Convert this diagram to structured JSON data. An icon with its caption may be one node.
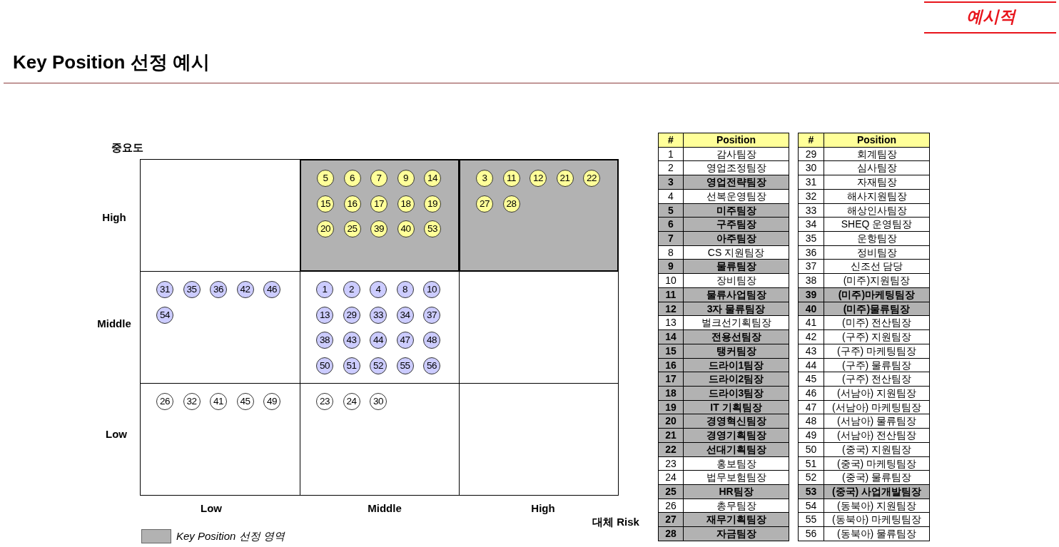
{
  "diagram": {
    "title": "Key Position 선정 예시",
    "nodes": [
      {
        "text": [],
        "shape": "box"
      },
      {
        "text": [],
        "shape": "box"
      },
      {
        "text": [
          "5"
        ],
        "in": 1
      },
      {
        "text": [
          "6"
        ],
        "in": 1
      },
      {
        "text": [
          "7"
        ],
        "in": 1
      },
      {
        "text": [
          "9"
        ],
        "in": 1
      },
      {
        "text": [
          "14"
        ],
        "in": 1
      },
      {
        "text": [
          "15"
        ],
        "in": 1
      },
      {
        "text": [
          "16"
        ],
        "in": 1
      },
      {
        "text": [
          "17"
        ],
        "in": 1
      },
      {
        "text": [
          "18"
        ],
        "in": 1
      },
      {
        "text": [
          "19"
        ],
        "in": 1
      },
      {
        "text": [
          "20"
        ],
        "in": 1
      },
      {
        "text": [
          "25"
        ],
        "in": 1
      },
      {
        "text": [
          "39"
        ],
        "in": 1
      },
      {
        "text": [
          "40"
        ],
        "in": 1
      },
      {
        "text": [
          "53"
        ],
        "in": 1
      },
      {
        "text": [],
        "shape": "box"
      },
      {
        "text": [
          "3"
        ],
        "in": 17
      },
      {
        "text": [
          "11"
        ],
        "in": 17
      },
      {
        "text": [
          "12"
        ],
        "in": 17
      },
      {
        "text": [
          "21"
        ],
        "in": 17
      },
      {
        "text": [
          "22"
        ],
        "in": 17
      },
      {
        "text": [
          "27"
        ],
        "in": 17
      },
      {
        "text": [
          "28"
        ],
        "in": 17
      },
      {
        "text": [],
        "shape": "box"
      },
      {
        "text": [
          "31"
        ],
        "in": 25
      },
      {
        "text": [
          "35"
        ],
        "in": 25
      },
      {
        "text": [
          "36"
        ],
        "in": 25
      },
      {
        "text": [
          "42"
        ],
        "in": 25
      },
      {
        "text": [
          "46"
        ],
        "in": 25
      },
      {
        "text": [
          "54"
        ],
        "in": 25
      },
      {
        "text": [],
        "shape": "box"
      },
      {
        "text": [
          "1"
        ],
        "in": 32
      },
      {
        "text": [
          "2"
        ],
        "in": 32
      },
      {
        "text": [
          "4"
        ],
        "in": 32
      },
      {
        "text": [
          "8"
        ],
        "in": 32
      },
      {
        "text": [
          "10"
        ],
        "in": 32
      },
      {
        "text": [
          "13"
        ],
        "in": 32
      },
      {
        "text": [
          "29"
        ],
        "in": 32
      },
      {
        "text": [
          "33"
        ],
        "in": 32
      },
      {
        "text": [
          "34"
        ],
        "in": 32
      },
      {
        "text": [
          "37"
        ],
        "in": 32
      },
      {
        "text": [
          "38"
        ],
        "in": 32
      },
      {
        "text": [
          "43"
        ],
        "in": 32
      },
      {
        "text": [
          "44"
        ],
        "in": 32
      },
      {
        "text": [
          "47"
        ],
        "in": 32
      },
      {
        "text": [
          "48"
        ],
        "in": 32
      },
      {
        "text": [
          "50"
        ],
        "in": 32
      },
      {
        "text": [
          "51"
        ],
        "in": 32
      },
      {
        "text": [
          "52"
        ],
        "in": 32
      },
      {
        "text": [
          "55"
        ],
        "in": 32
      },
      {
        "text": [
          "56"
        ],
        "in": 32
      },
      {
        "text": [],
        "shape": "box"
      },
      {
        "text": [],
        "shape": "box"
      },
      {
        "text": [
          "26"
        ],
        "in": 54
      },
      {
        "text": [
          "32"
        ],
        "in": 54
      },
      {
        "text": [
          "41"
        ],
        "in": 54
      },
      {
        "text": [
          "45"
        ],
        "in": 54
      },
      {
        "text": [
          "49"
        ],
        "in": 54
      },
      {
        "text": [],
        "shape": "box"
      },
      {
        "text": [
          "23"
        ],
        "in": 60
      },
      {
        "text": [
          "24"
        ],
        "in": 60
      },
      {
        "text": [
          "30"
        ],
        "in": 60
      },
      {
        "text": [],
        "shape": "box"
      }
    ],
    "labels": [
      "예시적",
      "중요도",
      "High",
      "Middle",
      "Low",
      "Low",
      "Middle",
      "High",
      "대체 Risk",
      "#",
      "Position",
      "1",
      "감사팀장",
      "2",
      "영업조정팀장",
      "3",
      "영업전략팀장",
      "4",
      "선복운영팀장",
      "5",
      "미주팀장",
      "6",
      "구주팀장",
      "7",
      "아주팀장",
      "8",
      "CS 지원팀장",
      "9",
      "물류팀장",
      "10",
      "장비팀장",
      "11",
      "물류사업팀장",
      "12",
      "3자 물류팀장",
      "13",
      "벌크선기획팀장",
      "14",
      "전용선팀장",
      "15",
      "탱커팀장",
      "16",
      "드라이1팀장",
      "17",
      "드라이2팀장",
      "18",
      "드라이3팀장",
      "19",
      "IT 기획팀장",
      "20",
      "경영혁신팀장",
      "21",
      "경영기획팀장",
      "22",
      "선대기획팀장",
      "23",
      "홍보팀장",
      "24",
      "법무보험팀장",
      "25",
      "HR팀장",
      "26",
      "총무팀장",
      "27",
      "재무기획팀장",
      "28",
      "자금팀장",
      "#",
      "Position",
      "29",
      "회계팀장",
      "30",
      "심사팀장",
      "31",
      "자재팀장",
      "32",
      "해사지원팀장",
      "33",
      "해상인사팀장",
      "34",
      "SHEQ 운영팀장",
      "35",
      "운항팀장",
      "36",
      "정비팀장",
      "37",
      "신조선 담당",
      "38",
      "(미주)지원팀장",
      "39",
      "(미주)마케팅팀장",
      "40",
      "(미주)물류팀장",
      "41",
      "(미주) 전산팀장",
      "42",
      "(구주) 지원팀장",
      "43",
      "(구주) 마케팅팀장",
      "44",
      "(구주) 물류팀장",
      "45",
      "(구주) 전산팀장",
      "46",
      "(서남아) 지원팀장",
      "47",
      "(서남아) 마케팅팀장",
      "48",
      "(서남아) 물류팀장",
      "49",
      "(서남아) 전산팀장",
      "50",
      "(중국) 지원팀장",
      "51",
      "(중국) 마케팅팀장",
      "52",
      "(중국) 물류팀장",
      "53",
      "(중국) 사업개발팀장",
      "54",
      "(동북아) 지원팀장",
      "55",
      "(동북아) 마케팅팀장",
      "56",
      "(동북아) 물류팀장"
    ],
    "legend": [
      {
        "text": "Key Position 선정 영역",
        "color": "#b2b2b2"
      }
    ]
  }
}
